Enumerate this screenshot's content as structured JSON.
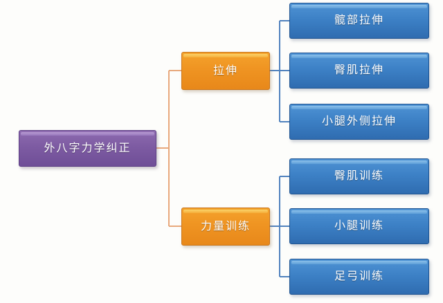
{
  "diagram": {
    "type": "hierarchy-tree",
    "background_color": "#fdfdfb",
    "root": {
      "label": "外八字力学纠正",
      "color": "#7e5ca3"
    },
    "branches": [
      {
        "label": "拉伸",
        "color": "#ef9422",
        "connector_color": "#e8a87c",
        "children": [
          {
            "label": "髋部拉伸",
            "color": "#3d81c6"
          },
          {
            "label": "臀肌拉伸",
            "color": "#3d81c6"
          },
          {
            "label": "小腿外侧拉伸",
            "color": "#3d81c6"
          }
        ]
      },
      {
        "label": "力量训练",
        "color": "#ef9422",
        "connector_color": "#e8a87c",
        "children": [
          {
            "label": "臀肌训练",
            "color": "#3d81c6"
          },
          {
            "label": "小腿训练",
            "color": "#3d81c6"
          },
          {
            "label": "足弓训练",
            "color": "#3d81c6"
          }
        ]
      }
    ],
    "connectors": {
      "root_to_branch_color": "#e8a87c",
      "branch_to_leaf_color": "#4f81bd"
    }
  }
}
